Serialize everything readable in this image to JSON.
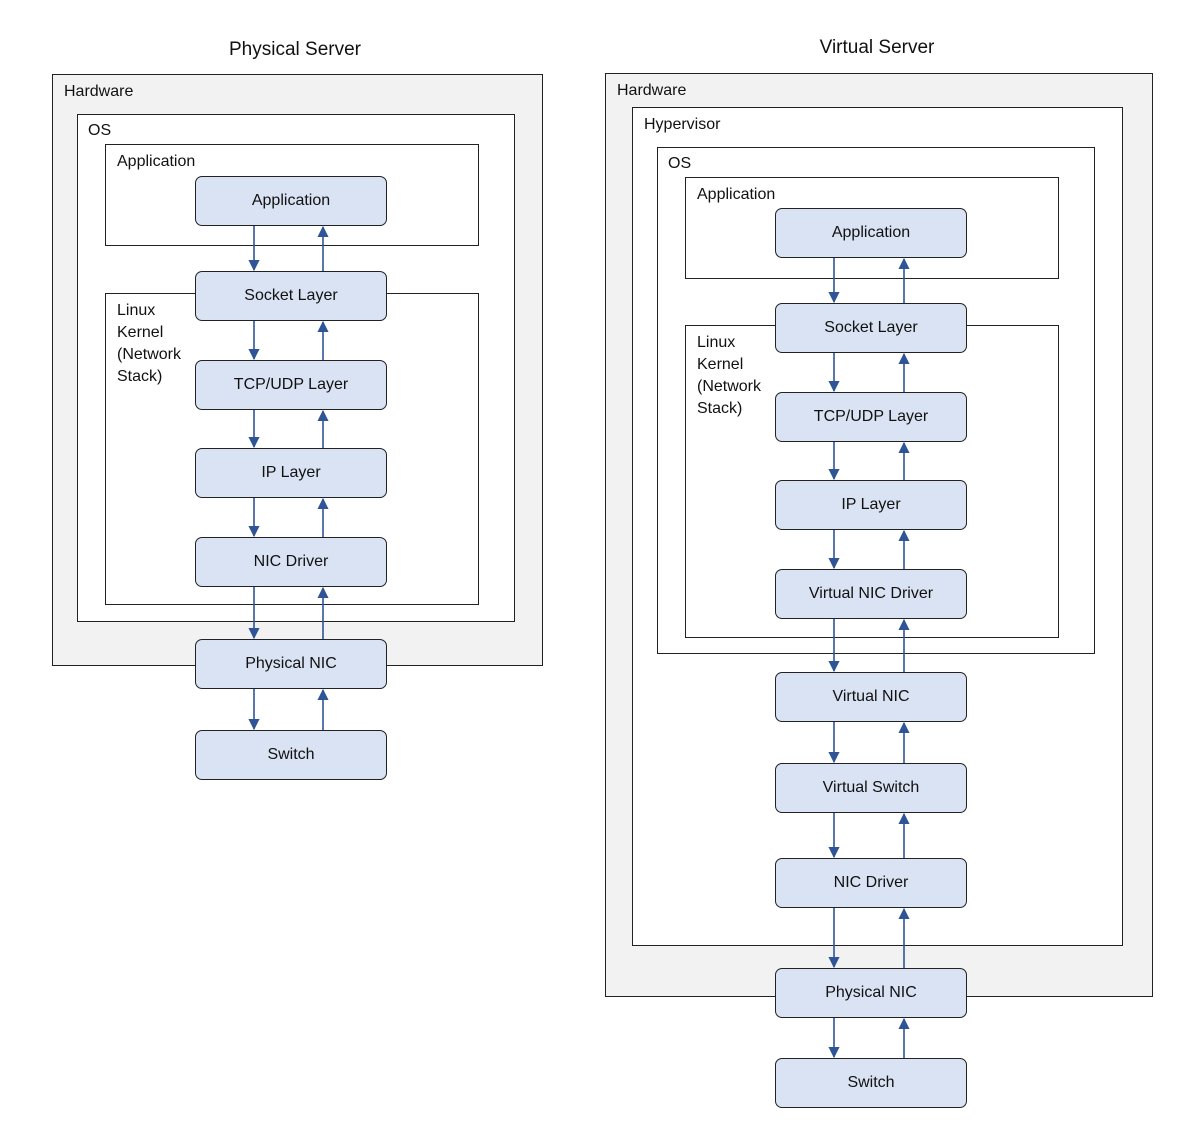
{
  "physical": {
    "title": "Physical Server",
    "hardware_label": "Hardware",
    "os_label": "OS",
    "app_frame_label": "Application",
    "kernel_label": "Linux\nKernel\n(Network\nStack)",
    "nodes": {
      "application": "Application",
      "socket": "Socket Layer",
      "tcpudp": "TCP/UDP Layer",
      "ip": "IP Layer",
      "nic_driver": "NIC Driver",
      "physical_nic": "Physical NIC",
      "switch": "Switch"
    }
  },
  "virtual": {
    "title": "Virtual Server",
    "hardware_label": "Hardware",
    "hypervisor_label": "Hypervisor",
    "os_label": "OS",
    "app_frame_label": "Application",
    "kernel_label": "Linux\nKernel\n(Network\nStack)",
    "nodes": {
      "application": "Application",
      "socket": "Socket Layer",
      "tcpudp": "TCP/UDP Layer",
      "ip": "IP Layer",
      "virtual_nic_driver": "Virtual NIC Driver",
      "virtual_nic": "Virtual NIC",
      "virtual_switch": "Virtual Switch",
      "nic_driver": "NIC Driver",
      "physical_nic": "Physical NIC",
      "switch": "Switch"
    }
  },
  "colors": {
    "node_fill": "#dae3f3",
    "arrow": "#2f5597",
    "hardware_fill": "#f2f2f2"
  }
}
